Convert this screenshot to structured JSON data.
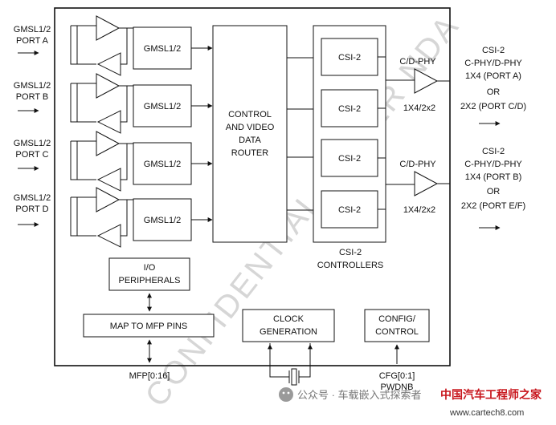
{
  "inputs": [
    {
      "line1": "GMSL1/2",
      "line2": "PORT A"
    },
    {
      "line1": "GMSL1/2",
      "line2": "PORT B"
    },
    {
      "line1": "GMSL1/2",
      "line2": "PORT C"
    },
    {
      "line1": "GMSL1/2",
      "line2": "PORT D"
    }
  ],
  "gmsl_block_label": "GMSL1/2",
  "router": {
    "line1": "CONTROL",
    "line2": "AND VIDEO",
    "line3": "DATA",
    "line4": "ROUTER"
  },
  "csi_block_label": "CSI-2",
  "csi_group": {
    "line1": "CSI-2",
    "line2": "CONTROLLERS"
  },
  "phy_top": {
    "label": "C/D-PHY",
    "mode": "1X4/2x2"
  },
  "phy_bottom": {
    "label": "C/D-PHY",
    "mode": "1X4/2x2"
  },
  "output_top": {
    "line1": "CSI-2",
    "line2": "C-PHY/D-PHY",
    "line3": "1X4 (PORT A)",
    "line4": "OR",
    "line5": "2X2 (PORT C/D)"
  },
  "output_bottom": {
    "line1": "CSI-2",
    "line2": "C-PHY/D-PHY",
    "line3": "1X4 (PORT B)",
    "line4": "OR",
    "line5": "2X2 (PORT E/F)"
  },
  "io": {
    "line1": "I/O",
    "line2": "PERIPHERALS"
  },
  "map_pins": "MAP TO MFP PINS",
  "clock": {
    "line1": "CLOCK",
    "line2": "GENERATION"
  },
  "config": {
    "line1": "CONFIG/",
    "line2": "CONTROL"
  },
  "mfp_label": "MFP[0:16]",
  "cfg_label": "CFG[0:1]",
  "pwdn_label": "PWDNB",
  "watermark": "CONFIDENTIAL UNDER NDA",
  "footer": {
    "wechat": "公众号 · 车载嵌入式探索者",
    "brand": "中国汽车工程师之家",
    "url": "www.cartech8.com"
  }
}
